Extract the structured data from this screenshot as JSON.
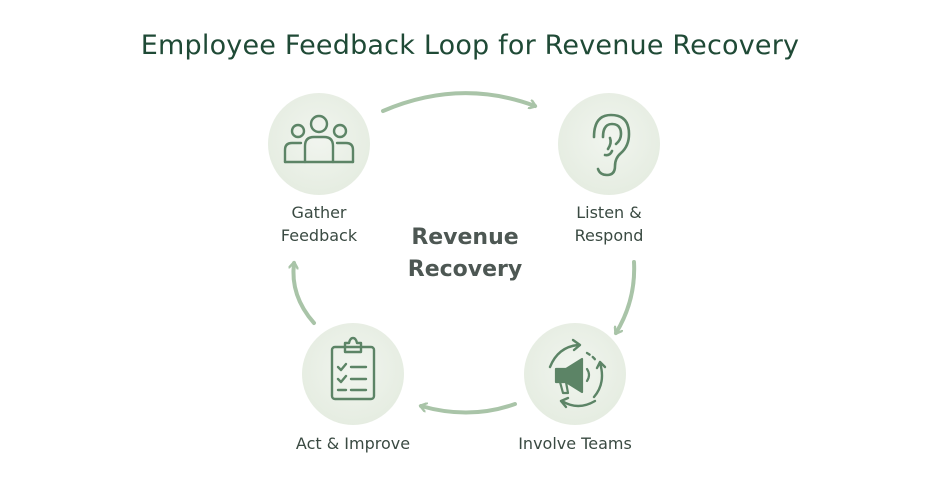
{
  "title": "Employee Feedback Loop for Revenue Recovery",
  "center": {
    "line1": "Revenue",
    "line2": "Recovery"
  },
  "nodes": {
    "gather": {
      "line1": "Gather",
      "line2": "Feedback",
      "icon": "people-group-icon"
    },
    "listen": {
      "line1": "Listen &",
      "line2": "Respond",
      "icon": "ear-icon"
    },
    "involve": {
      "label": "Involve Teams",
      "icon": "megaphone-cycle-icon"
    },
    "act": {
      "label": "Act & Improve",
      "icon": "checklist-clipboard-icon"
    }
  },
  "colors": {
    "icon_stroke": "#5c8466",
    "arrow": "#a9c4a8",
    "title": "#1f4a36",
    "circle_fill": "#e6ede2"
  }
}
